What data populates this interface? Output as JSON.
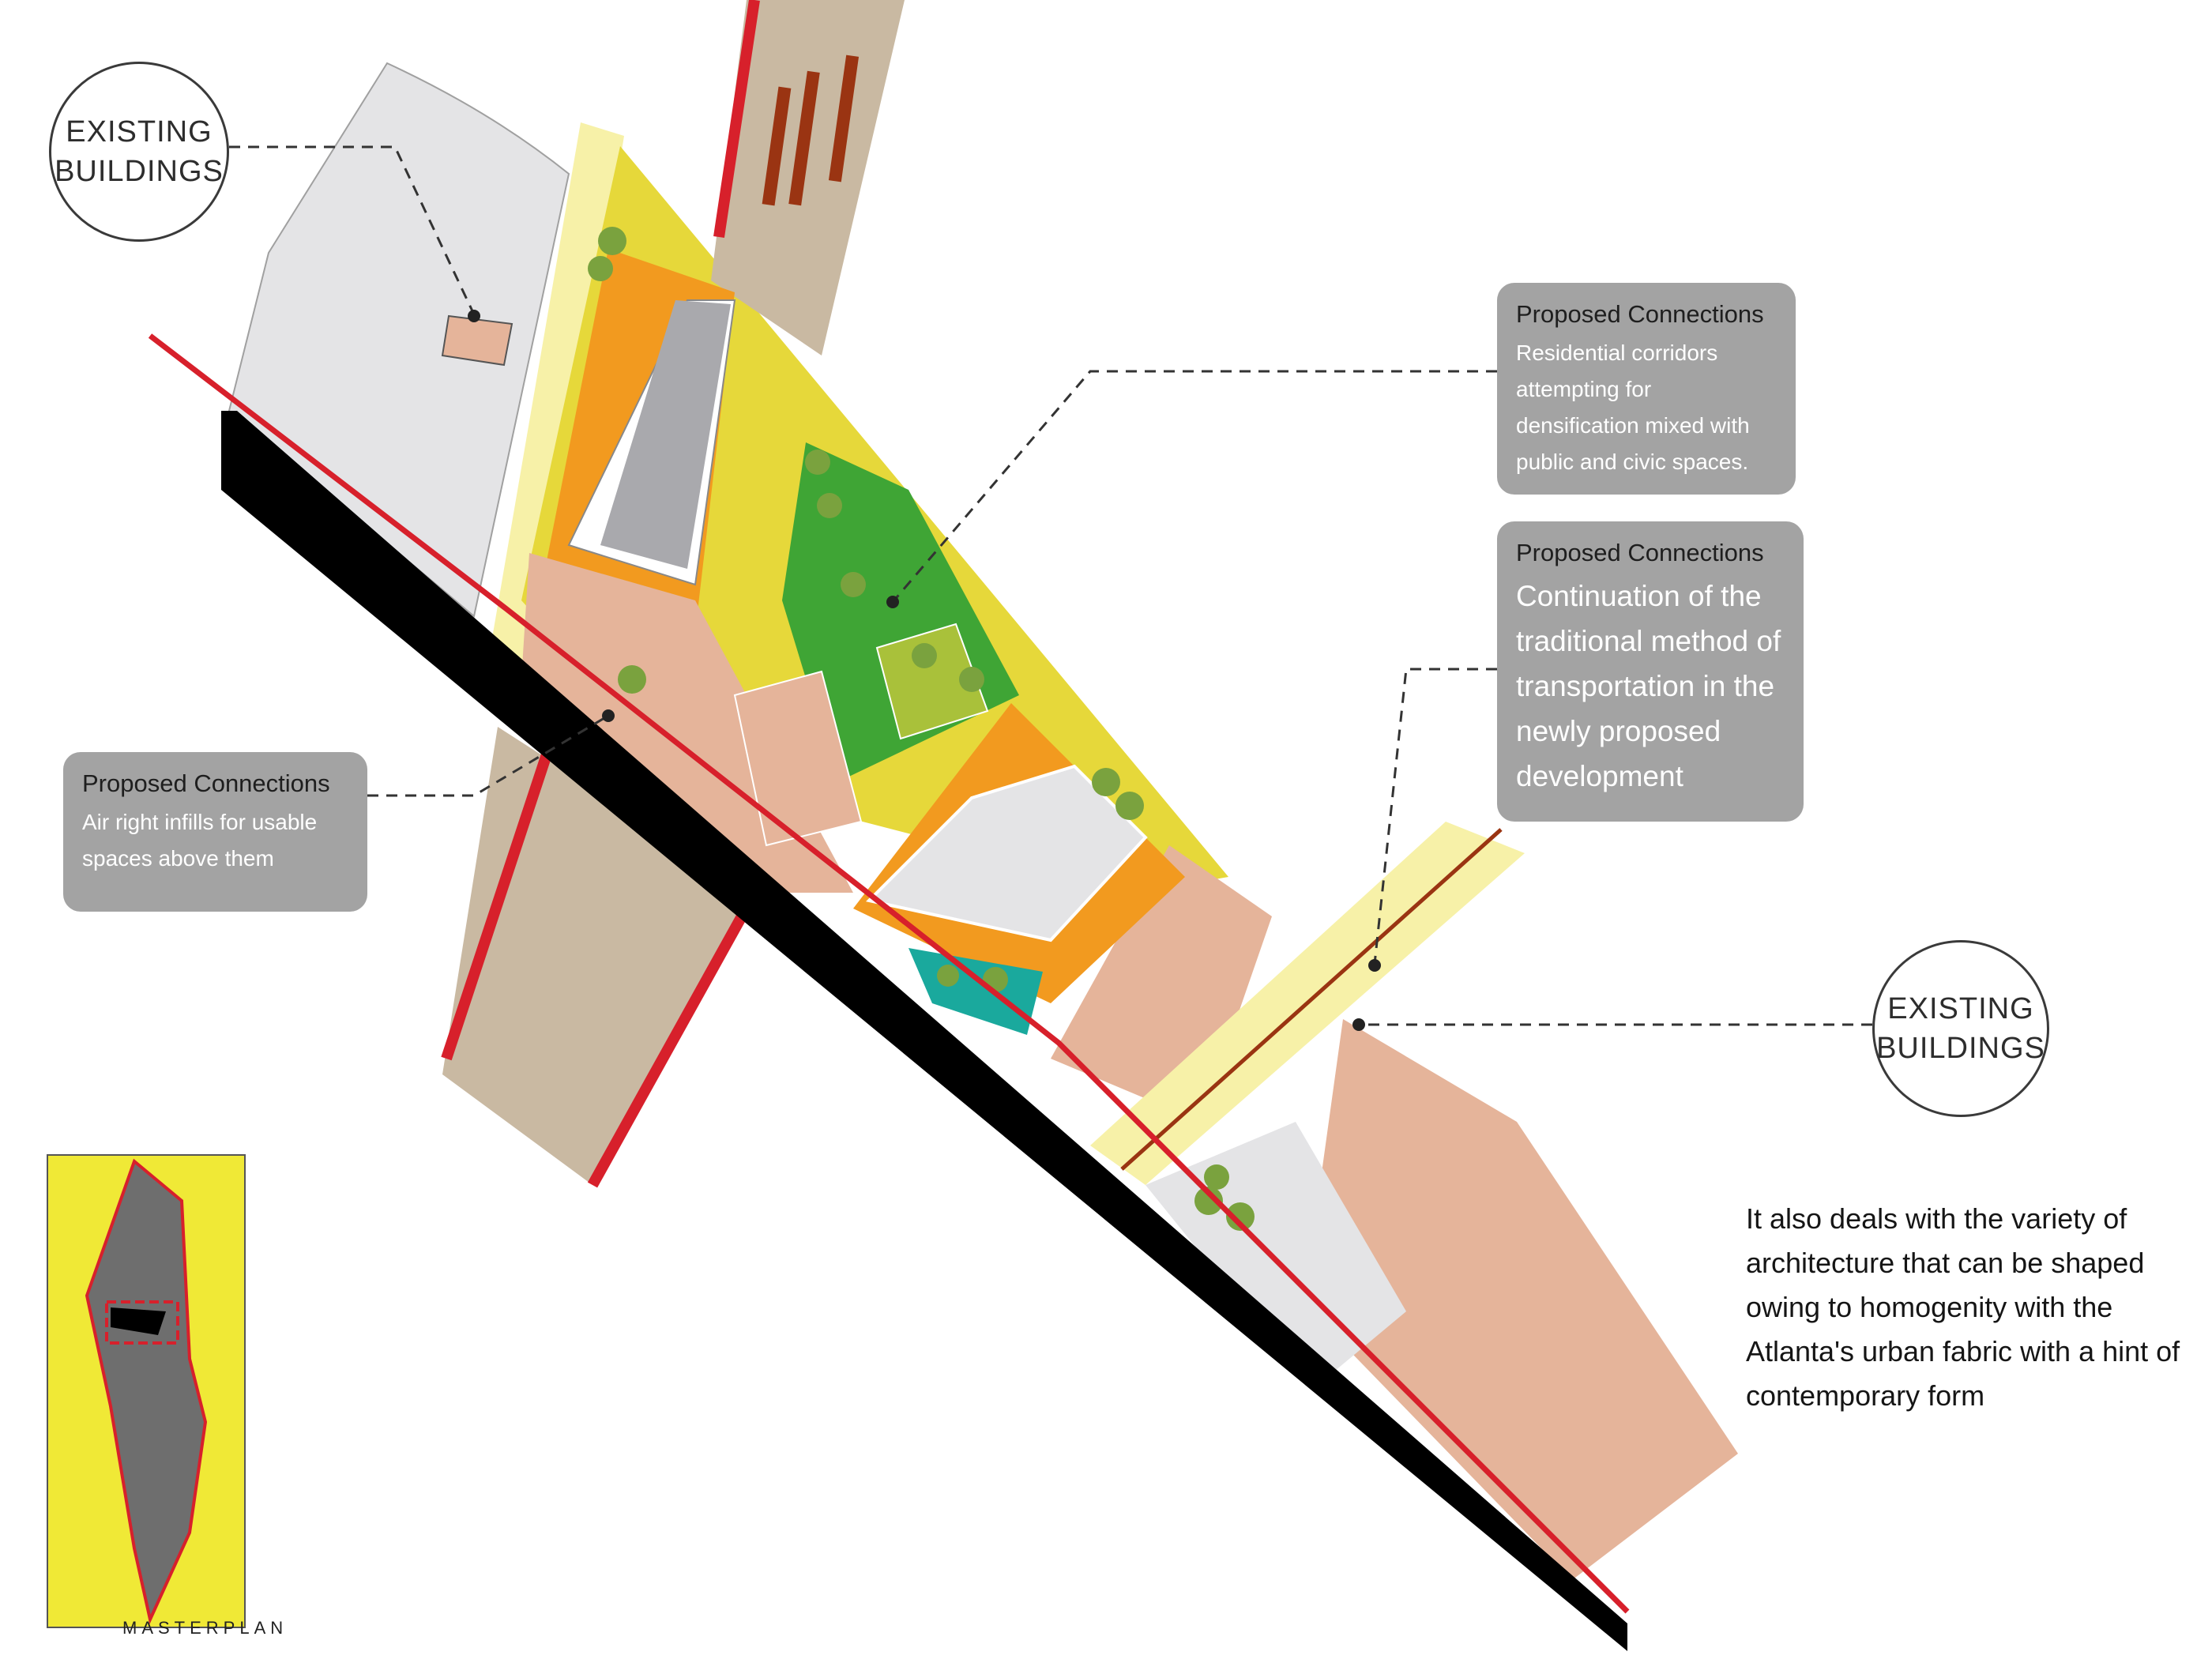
{
  "labels": {
    "existing_buildings_top": "EXISTING\nBUILDINGS",
    "existing_buildings_right": "EXISTING\nBUILDINGS"
  },
  "callouts": {
    "residential": {
      "title": "Proposed Connections",
      "body": "Residential corridors attempting for densification mixed with public and civic spaces."
    },
    "transportation": {
      "title": "Proposed Connections",
      "body": "Continuation of the traditional method of transportation in the newly proposed development"
    },
    "air_rights": {
      "title": "Proposed Connections",
      "body": "Air right infills for usable spaces above them"
    }
  },
  "note": "It also deals with the variety of architecture that can be shaped owing to homogenity with the Atlanta's urban fabric with a hint of contemporary form",
  "masterplan_caption": "MASTERPLAN",
  "colors": {
    "red": "#d7202b",
    "black": "#000000",
    "yellow": "#e6d83a",
    "light_yellow": "#f7f1a8",
    "orange": "#f29a1f",
    "salmon": "#e5b49a",
    "green": "#3fa535",
    "light_green": "#a9c13a",
    "teal": "#1aa99d",
    "rail_tan": "#c9b9a2",
    "light_gray": "#e4e4e6",
    "box_gray": "#a3a3a3",
    "tree": "#7aa23e",
    "brown": "#9a3412"
  }
}
